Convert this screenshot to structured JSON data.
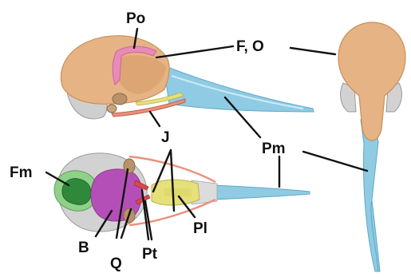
{
  "labels": {
    "po": "Po",
    "fo": "F, O",
    "j": "J",
    "pm": "Pm",
    "fm": "Fm",
    "pl": "Pl",
    "b": "B",
    "q": "Q",
    "pt": "Pt"
  },
  "colors": {
    "frontal_parietal": "#e6b384",
    "frontal_parietal_dark": "#c9905a",
    "premaxilla": "#8fcbe3",
    "premaxilla_dark": "#5fa9c9",
    "postorbital": "#e98ab8",
    "jugal": "#e9917a",
    "palatine": "#e6e07a",
    "pterygoid": "#d84a4a",
    "basioccipital": "#b54fb8",
    "foramen_magnum_inner": "#2e8a3a",
    "foramen_magnum_outer": "#8fd08a",
    "quadrate": "#b8926a",
    "braincase_gray": "#c9c9c9"
  }
}
